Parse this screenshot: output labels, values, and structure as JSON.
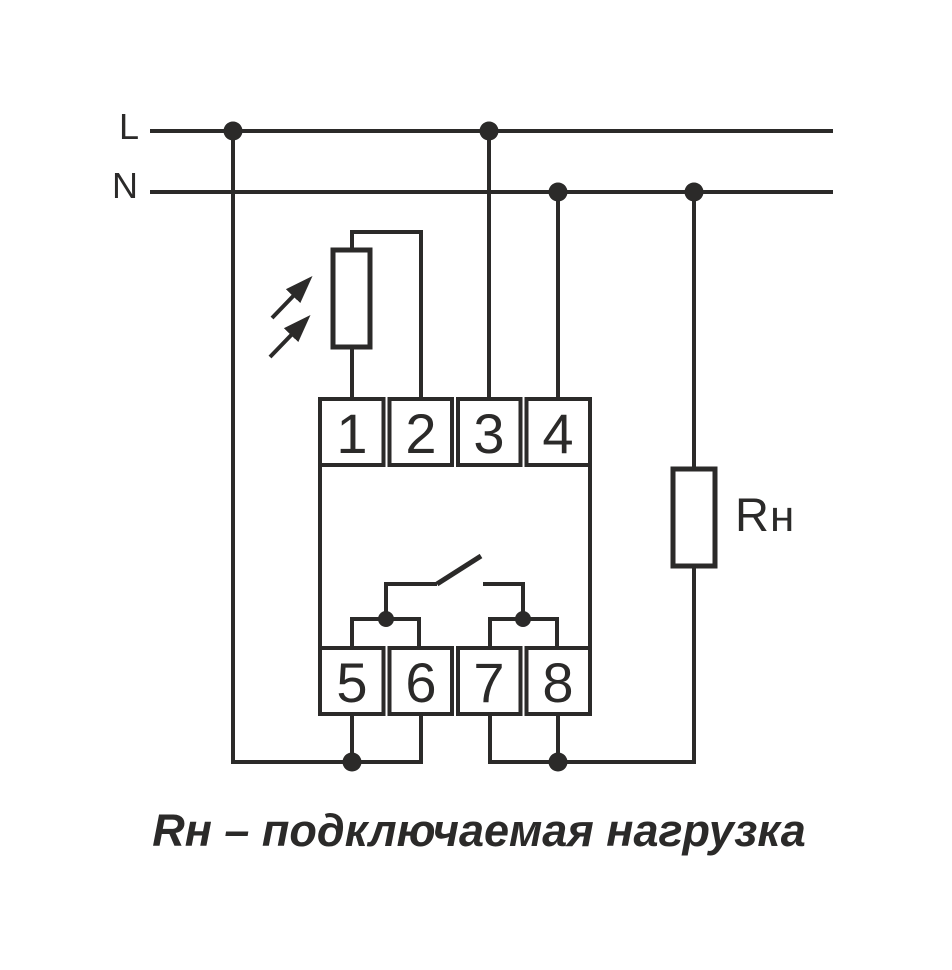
{
  "diagram": {
    "type": "electrical-wiring-diagram",
    "colors": {
      "background": "#ffffff",
      "line": "#2b2a29"
    },
    "power_lines": {
      "live": "L",
      "neutral": "N"
    },
    "device": {
      "top_terminals": [
        "1",
        "2",
        "3",
        "4"
      ],
      "bottom_terminals": [
        "5",
        "6",
        "7",
        "8"
      ]
    },
    "components": {
      "photoresistor_icon": "photoresistor-with-light-arrows",
      "relay_contact_icon": "open-switch-contact",
      "load": {
        "label": "R",
        "label_sub": "н"
      }
    },
    "caption": "Rн – подключаемая нагрузка"
  }
}
